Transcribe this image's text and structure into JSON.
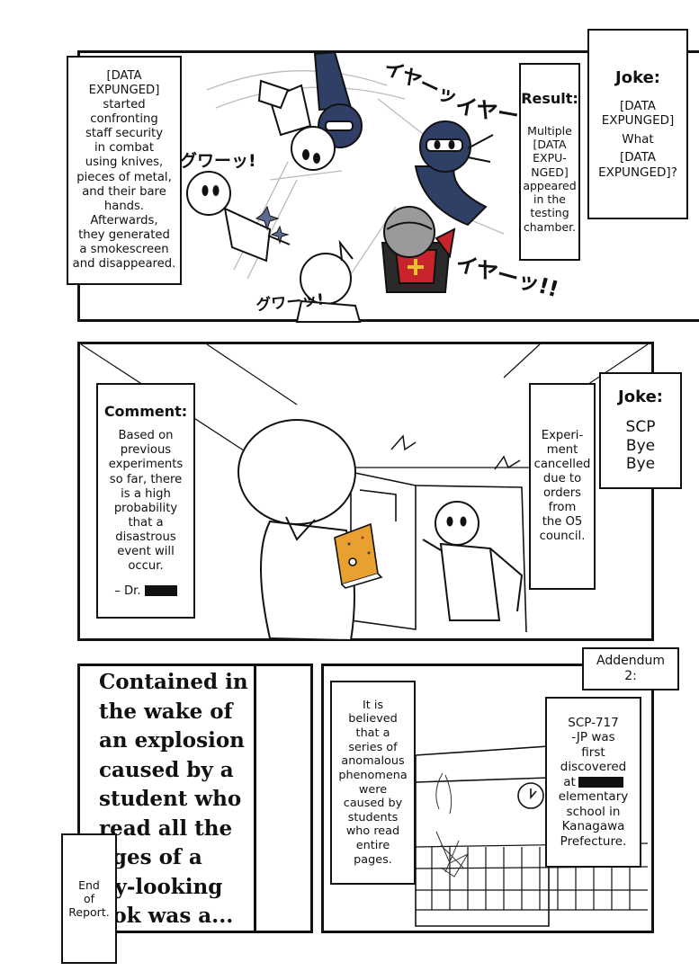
{
  "panel1": {
    "caption_lines": [
      "[DATA",
      "EXPUNGED]",
      "started",
      "confronting",
      "staff security",
      "in combat",
      "using knives,",
      "pieces of metal,",
      "and their bare",
      "hands.",
      "Afterwards,",
      "they generated",
      "a smokescreen",
      "and disappeared."
    ],
    "result": {
      "heading": "Result:",
      "lines": [
        "Multiple",
        "[DATA",
        "EXPU-",
        "NGED]",
        "appeared",
        "in the",
        "testing",
        "chamber."
      ]
    },
    "joke": {
      "heading": "Joke:",
      "lines": [
        "[DATA",
        "EXPUNGED]",
        "What",
        "[DATA",
        "EXPUNGED]?"
      ]
    },
    "sfx": [
      "イヤーッ",
      "イヤーッ!",
      "グワーッ!",
      "イヤーッ!!",
      "グワーッ!"
    ]
  },
  "panel2": {
    "comment": {
      "heading": "Comment:",
      "lines": [
        "Based on",
        "previous",
        "experiments",
        "so far, there",
        "is a high",
        "probability",
        "that a",
        "disastrous",
        "event will",
        "occur."
      ],
      "signature": "– Dr."
    },
    "cancel_lines": [
      "Experi-",
      "ment",
      "cancelled",
      "due to",
      "orders",
      "from",
      "the O5",
      "council."
    ],
    "joke": {
      "heading": "Joke:",
      "lines": [
        "SCP",
        "Bye",
        "Bye"
      ]
    }
  },
  "panel3": {
    "big_text": "Contained in\nthe wake of\nan explosion\ncaused by a\nstudent who\nread all the\nages of a\nlly-looking\nook was a...",
    "end_lines": [
      "End",
      "of",
      "Report."
    ]
  },
  "panel4": {
    "addendum_lines": [
      "Addendum",
      "2:"
    ],
    "believed_lines": [
      "It is",
      "believed",
      "that a",
      "series of",
      "anomalous",
      "phenomena",
      "were",
      "caused by",
      "students",
      "who read",
      "entire",
      "pages."
    ],
    "discovered": {
      "before": [
        "SCP-717",
        "-JP was",
        "first",
        "discovered",
        "at"
      ],
      "after": [
        "elementary",
        "school in",
        "Kanagawa",
        "Prefecture."
      ]
    }
  },
  "colors": {
    "ink": "#111111",
    "ninja_navy": "#2f3f66",
    "ninja_navy_light": "#5c6a8f",
    "armor_red": "#c8242c",
    "book_orange": "#e8a030",
    "helmet_grey": "#9a9a9a"
  }
}
